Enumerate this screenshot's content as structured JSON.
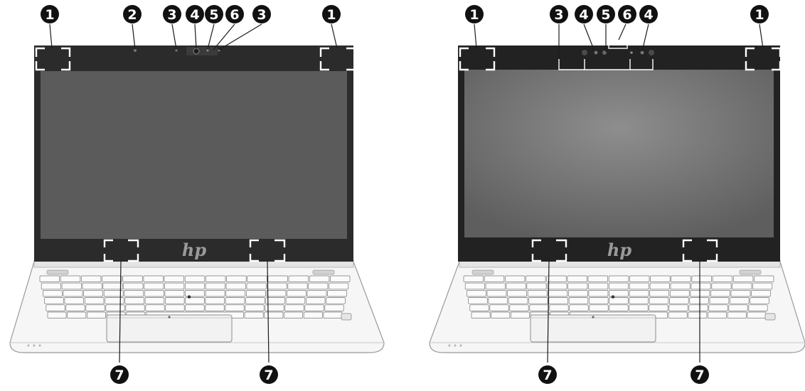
{
  "figure": {
    "left_laptop": {
      "logo": "hp",
      "callouts": [
        "1",
        "2",
        "3",
        "4",
        "5",
        "6",
        "3",
        "1",
        "7",
        "7"
      ]
    },
    "right_laptop": {
      "logo": "hp",
      "callouts": [
        "1",
        "3",
        "4",
        "5",
        "6",
        "4",
        "1",
        "7",
        "7"
      ]
    }
  },
  "colors": {
    "bezel": "#2b2b2b",
    "screen_left": "#5a5a5a",
    "screen_right": "#787878",
    "chassis": "#f4f4f4",
    "callout_fill": "#111111"
  }
}
